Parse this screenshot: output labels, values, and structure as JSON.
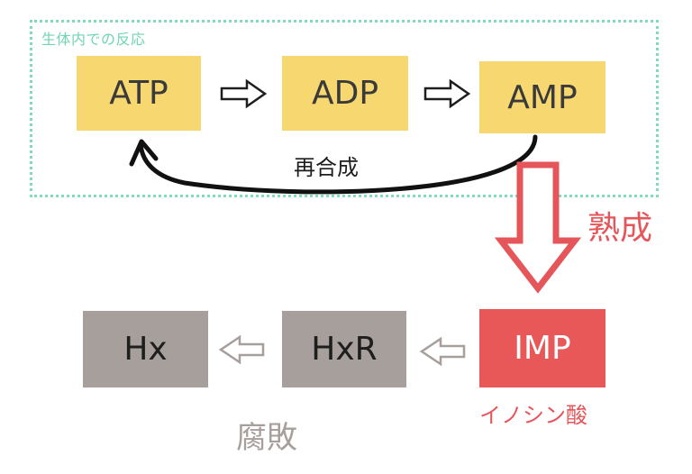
{
  "region_label": "生体内での反応",
  "boxes": {
    "atp": "ATP",
    "adp": "ADP",
    "amp": "AMP",
    "imp": "IMP",
    "hxr": "HxR",
    "hx": "Hx"
  },
  "labels": {
    "resynthesis": "再合成",
    "aging": "熟成",
    "inosinic_acid": "イノシン酸",
    "decay": "腐敗"
  },
  "colors": {
    "yellow": "#f7d770",
    "gray": "#a69f9b",
    "red": "#e85858",
    "teal_dotted": "#7fdcc0"
  }
}
